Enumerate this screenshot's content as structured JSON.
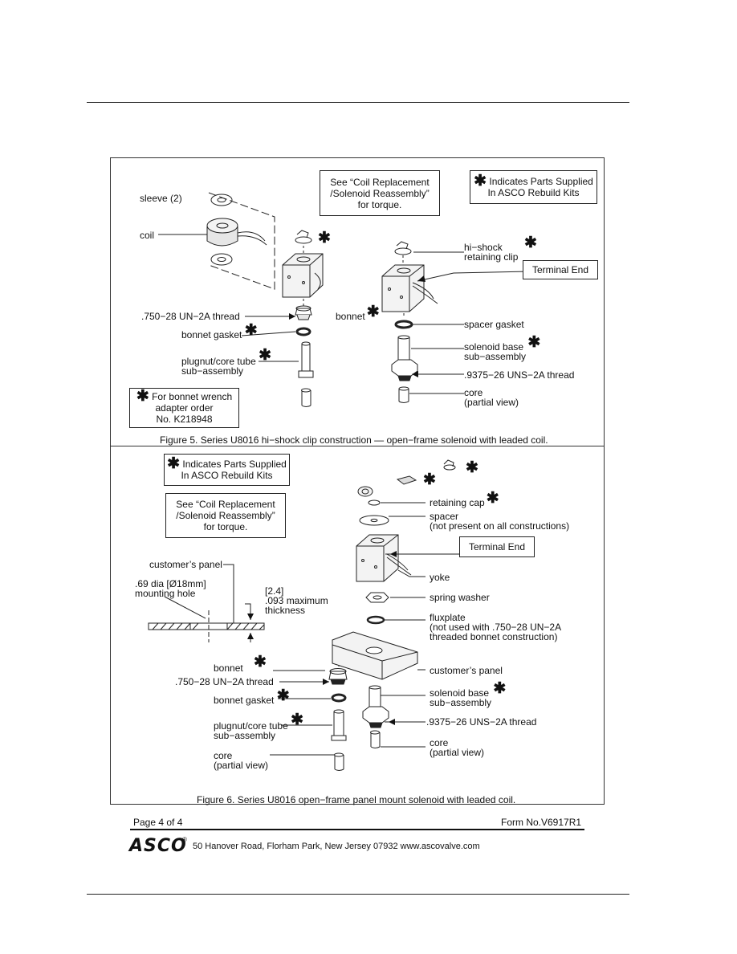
{
  "figure5": {
    "torque_note": [
      "See “Coil Replacement",
      "/Solenoid Reassembly”",
      "for torque."
    ],
    "kits_note": [
      "Indicates Parts Supplied",
      "In ASCO Rebuild Kits"
    ],
    "wrench_note": [
      "For bonnet wrench",
      "adapter order",
      "No. K218948"
    ],
    "terminal_end": "Terminal End",
    "labels": {
      "sleeve": "sleeve (2)",
      "coil": "coil",
      "thread_750": ".750−28 UN−2A thread",
      "bonnet": "bonnet",
      "bonnet_gasket": "bonnet gasket",
      "plugnut_1": "plugnut/core tube",
      "plugnut_2": "sub−assembly",
      "hishock_1": "hi−shock",
      "hishock_2": "retaining clip",
      "spacer_gasket": "spacer gasket",
      "solbase_1": "solenoid base",
      "solbase_2": "sub−assembly",
      "thread_9375": ".9375−26 UNS−2A thread",
      "core_1": "core",
      "core_2": "(partial view)"
    },
    "caption": "Figure 5. Series U8016 hi−shock clip construction — open−frame solenoid with leaded coil."
  },
  "figure6": {
    "kits_note": [
      "Indicates Parts Supplied",
      "In ASCO Rebuild Kits"
    ],
    "torque_note": [
      "See “Coil Replacement",
      "/Solenoid Reassembly”",
      "for torque."
    ],
    "terminal_end": "Terminal End",
    "labels": {
      "retaining_cap": "retaining cap",
      "spacer_1": "spacer",
      "spacer_2": "(not present on all constructions)",
      "yoke": "yoke",
      "spring_washer": "spring washer",
      "fluxplate_1": "fluxplate",
      "fluxplate_2": "(not used with .750−28 UN−2A",
      "fluxplate_3": "threaded bonnet construction)",
      "customers_panel_right": "customer’s panel",
      "solbase_1": "solenoid base",
      "solbase_2": "sub−assembly",
      "thread_9375": ".9375−26 UNS−2A thread",
      "core_r1": "core",
      "core_r2": "(partial view)",
      "customers_panel_left": "customer’s panel",
      "dia_1": ".69 dia [Ø18mm]",
      "dia_2": "mounting hole",
      "thick_1": "[2.4]",
      "thick_2": ".093 maximum",
      "thick_3": "thickness",
      "bonnet": "bonnet",
      "thread_750": ".750−28 UN−2A thread",
      "bonnet_gasket": "bonnet gasket",
      "plugnut_1": "plugnut/core tube",
      "plugnut_2": "sub−assembly",
      "core_l1": "core",
      "core_l2": "(partial view)"
    },
    "caption": "Figure 6. Series U8016 open−frame panel mount solenoid with leaded coil."
  },
  "asterisk": "✱",
  "footer": {
    "page": "Page 4  of  4",
    "form": "Form No.V6917R1",
    "logo": "ASCO",
    "reg": "®",
    "address": "50 Hanover Road, Florham Park, New Jersey 07932   www.ascovalve.com"
  }
}
